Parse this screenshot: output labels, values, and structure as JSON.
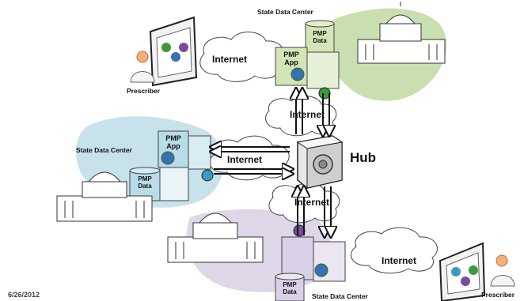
{
  "labels": {
    "sdc_top": "State Data Center",
    "sdc_left": "State Data Center",
    "sdc_bottom": "State Data Center",
    "internet_top": "Internet",
    "internet_mid_top": "Internet",
    "internet_left": "Internet",
    "internet_mid_bottom": "Internet",
    "internet_bottom": "Internet",
    "hub": "Hub",
    "prescriber_top": "Prescriber",
    "prescriber_bottom": "Prescriber",
    "date": "6/26/2012"
  },
  "servers": {
    "top_data_l1": "PMP",
    "top_data_l2": "Data",
    "top_app_l1": "PMP",
    "top_app_l2": "App",
    "left_app_l1": "PMP",
    "left_app_l2": "App",
    "left_data_l1": "PMP",
    "left_data_l2": "Data",
    "bottom_data_l1": "PMP",
    "bottom_data_l2": "Data"
  },
  "colors": {
    "blob_green": "#c9dfb0",
    "blob_blue": "#c8e2ec",
    "blob_purple": "#ddd7e8",
    "server_green": "#d3e4b6",
    "server_blue": "#b9dde8",
    "server_purple": "#d8d0e6"
  }
}
